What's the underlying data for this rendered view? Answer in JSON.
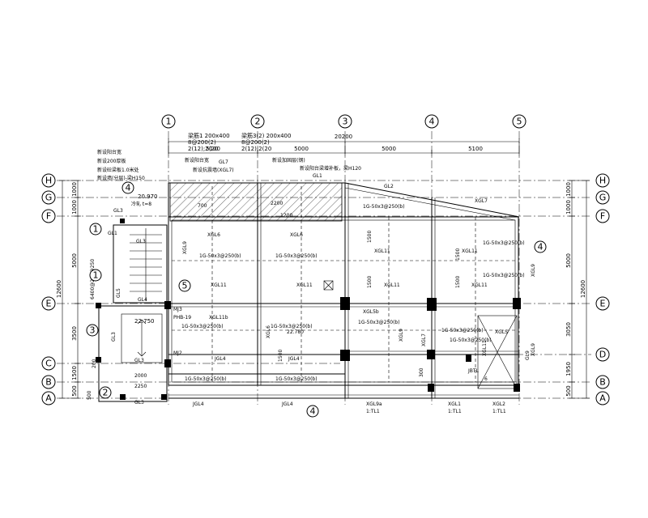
{
  "grid": {
    "columns": [
      "1",
      "2",
      "3",
      "4",
      "5"
    ],
    "rows": [
      "H",
      "G",
      "F",
      "E",
      "D",
      "C",
      "B",
      "A"
    ]
  },
  "dims_top": {
    "overall": "20200",
    "spans": [
      "5100",
      "5000",
      "5000",
      "5100"
    ]
  },
  "dims_left": {
    "overall": "12600",
    "segments": [
      "1000",
      "1000",
      "5000",
      "3500",
      "1500",
      "500"
    ]
  },
  "dims_right": {
    "overall": "12600",
    "segments": [
      "1000",
      "1000",
      "5000",
      "3050",
      "1950",
      "500"
    ]
  },
  "top_notes": {
    "beam_a": "梁筋1 200x400",
    "beam_a_reinf1": "8@200(2)",
    "beam_a_reinf2": "2(12);2(20",
    "beam_b": "梁筋3(2) 200x400",
    "beam_b_reinf1": "8@200(2)",
    "beam_b_reinf2": "2(12);2(20",
    "slab_note": "新设200厚板",
    "note_stair": "新设阳台宽",
    "note_a": "新设阳台宽",
    "note_b": "新设砼梁板1.0米处",
    "note_c": "新设抗震墙(XGL7)",
    "note_d": "新设加固层(钢)",
    "note_e": "新设阳台梁增补板，梁H120",
    "note_f": "新设墙(分层)-梁H150",
    "label_gl1": "GL1",
    "label_gl2": "GL2",
    "label_gl7": "XGL7"
  },
  "elevations": [
    "20.970",
    "22.750",
    "22.780"
  ],
  "beam_labels": {
    "xgl6_a": "XGL6",
    "xgl6_b": "XGL6",
    "xgl6_c": "XGL6",
    "xgl9_a": "XGL9",
    "xgl9_b": "XGL9",
    "xgl9_c": "XGL9",
    "xgl9_d": "XGL9",
    "xgl9a": "XGL9a",
    "xgl11_a": "XGL11",
    "xgl11_b": "XGL11",
    "xgl11_c": "XGL11",
    "xgl11_d": "XGL11",
    "xgl11_e": "XGL11",
    "xgl11_f": "XGL11",
    "xgl11_g": "XGL11",
    "xgl11b": "XGL11b",
    "xgl5b": "XGL5b",
    "xgl7": "XGL7",
    "xgl1": "XGL1",
    "xgl2": "XGL2",
    "xgls": "XGLS",
    "jgl4_a": "JGL4",
    "jgl4_b": "JGL4",
    "jgl4_c": "JGL4",
    "jgl4_d": "JGL4",
    "gl3_a": "GL3",
    "gl3_b": "GL3",
    "gl3_c": "GL3",
    "gl3_d": "GL3",
    "gl3_e": "GL3",
    "gl4": "GL4",
    "gl1": "GL1",
    "gl5": "GL5",
    "gl7": "GL7",
    "gl9": "GL9",
    "mj2": "MJ2",
    "mj3": "MJ3",
    "tl1_a": "1:TL1",
    "tl1_b": "1:TL1",
    "tl1_c": "1:TL1",
    "jbtl": "JBTL"
  },
  "slab_notes": {
    "s1": "1G-50x3@250(b)",
    "s2": "1G-50x3@250(b)",
    "s3": "1G-50x3@250(b)",
    "s4": "1G-50x3@250(b)",
    "s5": "1G-50x3@250(b)",
    "s6": "1G-50x3@250(b)",
    "s7": "1G-50x3@250(b)",
    "s8": "1G-50x3@250(b)",
    "s9": "1G-50x3@250(b)",
    "s10": "1G-50x3@250(b)",
    "s11": "1G-50x3@250(b)",
    "s12": "1G-50x3@250(b)",
    "v1": "1500",
    "v2": "1500",
    "v3": "1500",
    "v4": "1500",
    "v5": "1500",
    "v6": "2200",
    "v7": "700",
    "v8": "1200",
    "s_left": "6400@250@250",
    "pipe": "PHB-19",
    "t8": "冷轧 t=8",
    "d2000": "2000",
    "d2250": "2250",
    "d200": "200",
    "d500": "500",
    "d300": "300",
    "w6": "6"
  },
  "section_marks": {
    "s4_left": "4",
    "s4_right": "4",
    "s4_bottom": "4",
    "s1_a": "1",
    "s1_b": "1",
    "s2": "2",
    "s3": "3",
    "s5": "5"
  },
  "box_x": "X"
}
